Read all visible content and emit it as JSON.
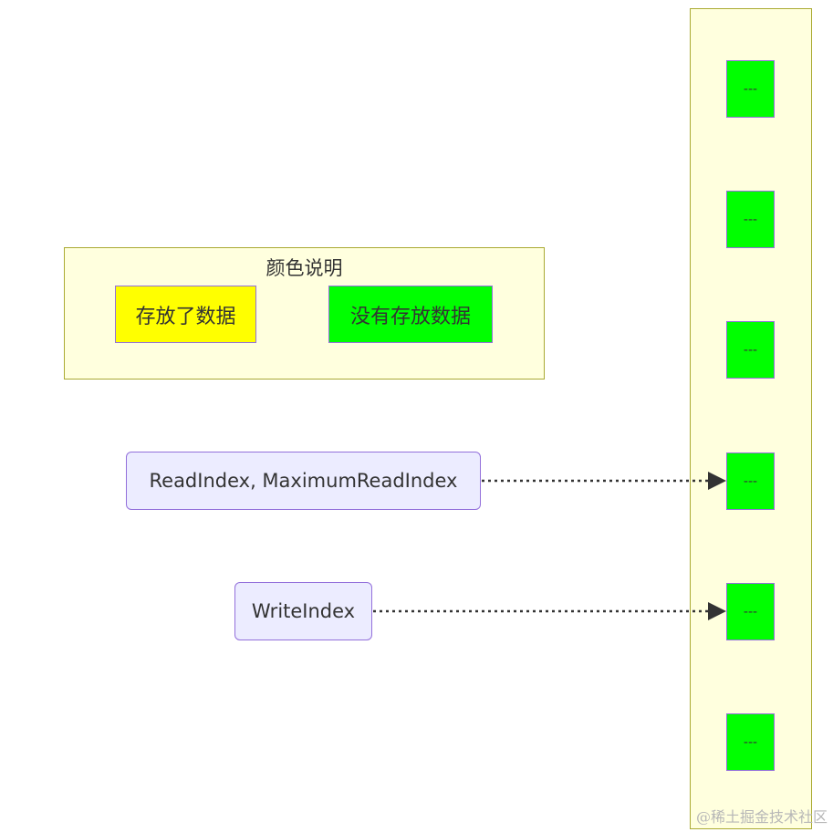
{
  "legend": {
    "title": "颜色说明",
    "stored": {
      "label": "存放了数据",
      "color": "#ffff00"
    },
    "empty": {
      "label": "没有存放数据",
      "color": "#00ff00"
    }
  },
  "queue": {
    "cells": [
      {
        "label": "---",
        "color": "#00ff00"
      },
      {
        "label": "---",
        "color": "#00ff00"
      },
      {
        "label": "---",
        "color": "#00ff00"
      },
      {
        "label": "---",
        "color": "#00ff00"
      },
      {
        "label": "---",
        "color": "#00ff00"
      },
      {
        "label": "---",
        "color": "#00ff00"
      }
    ]
  },
  "pointers": [
    {
      "label": "ReadIndex, MaximumReadIndex",
      "points_to": 3
    },
    {
      "label": "WriteIndex",
      "points_to": 4
    }
  ],
  "colors": {
    "cluster_fill": "#ffffde",
    "cluster_border": "#aaaa33",
    "node_fill": "#ececff",
    "node_border": "#9370db",
    "edge": "#333333"
  },
  "watermark": "@稀土掘金技术社区"
}
